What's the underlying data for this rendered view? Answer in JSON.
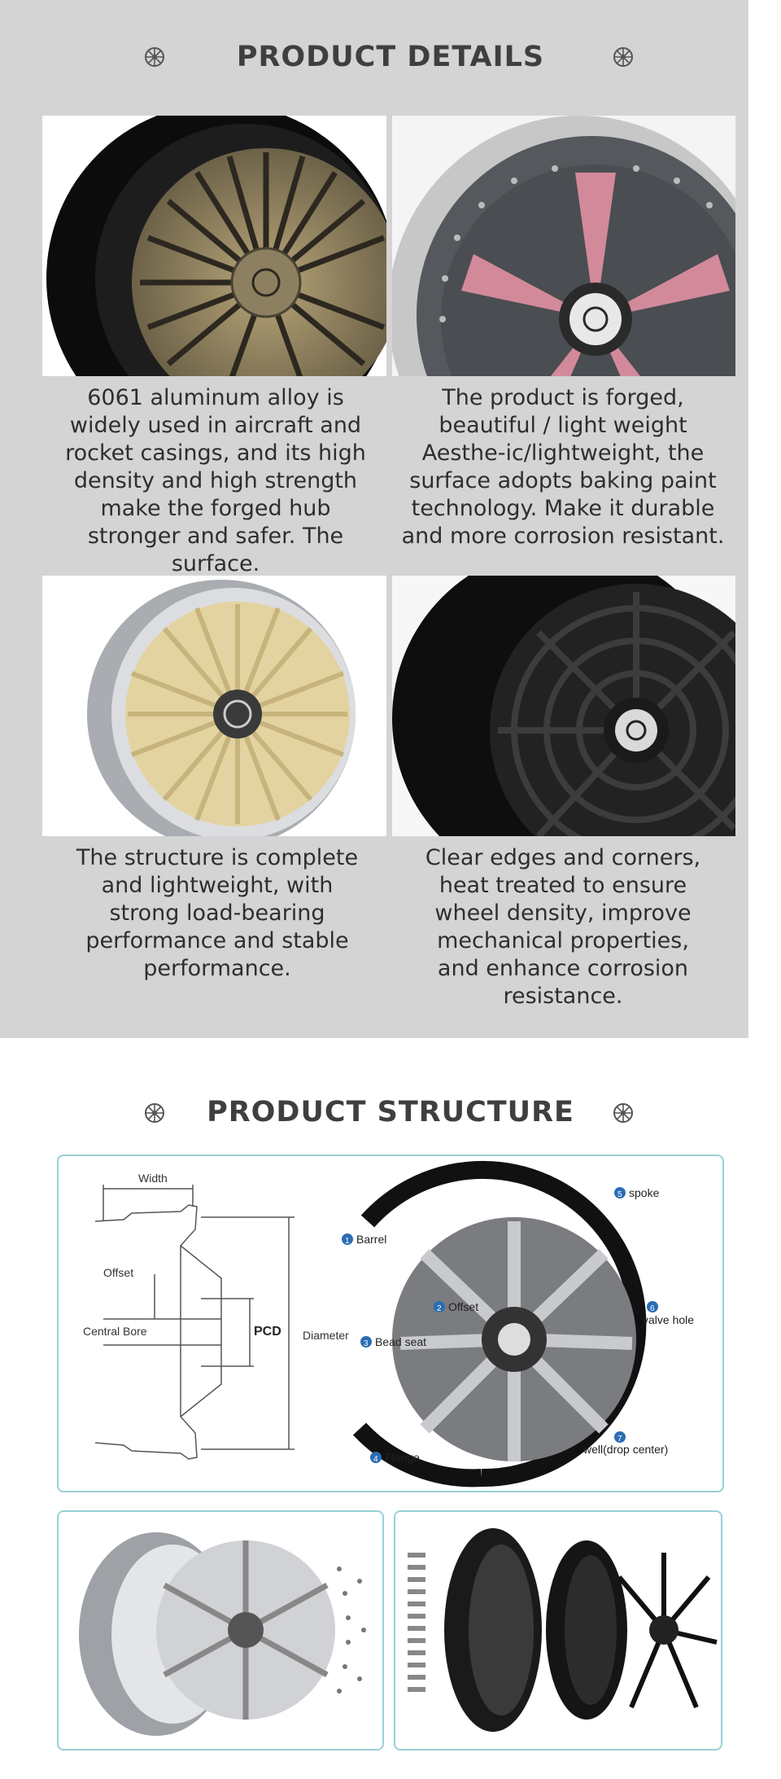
{
  "details": {
    "title": "PRODUCT DETAILS",
    "captions": [
      "6061 aluminum alloy is widely used in aircraft and rocket casings, and its high density and high strength make the forged hub stronger and safer. The surface.",
      "The product is forged, beautiful / light weight Aesthe-ic/lightweight, the surface adopts baking paint technology. Make it durable and more corrosion resistant.",
      "The structure is complete and lightweight, with strong load-bearing performance and stable performance.",
      "Clear edges and corners, heat treated to ensure wheel density, improve mechanical properties, and enhance corrosion resistance."
    ]
  },
  "structure": {
    "title": "PRODUCT STRUCTURE",
    "diagram_labels": {
      "width": "Width",
      "offset": "Offset",
      "central_bore": "Central Bore",
      "pcd": "PCD",
      "diameter": "Diameter"
    },
    "parts": [
      {
        "num": "1",
        "label": "Barrel"
      },
      {
        "num": "2",
        "label": "Offset"
      },
      {
        "num": "3",
        "label": "Bead seat"
      },
      {
        "num": "4",
        "label": "Flange"
      },
      {
        "num": "5",
        "label": "spoke"
      },
      {
        "num": "6",
        "label": "valve hole"
      },
      {
        "num": "7",
        "label": "well(drop center)"
      }
    ]
  },
  "colors": {
    "panel_border": "#9ad0d8",
    "badge": "#2a6db3",
    "section_bg": "#d4d4d4"
  }
}
